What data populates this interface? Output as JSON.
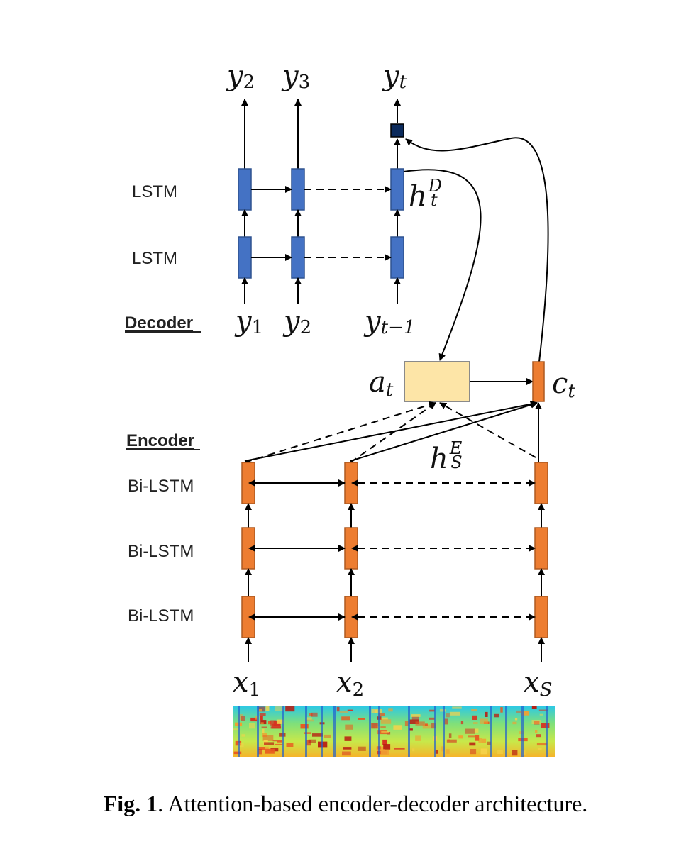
{
  "side_labels": {
    "lstm_top": "LSTM",
    "lstm_bottom": "LSTM",
    "decoder": "Decoder",
    "encoder": "Encoder",
    "bilstm_1": "Bi-LSTM",
    "bilstm_2": "Bi-LSTM",
    "bilstm_3": "Bi-LSTM"
  },
  "decoder_outputs": [
    {
      "base": "y",
      "sub": "2"
    },
    {
      "base": "y",
      "sub": "3"
    },
    {
      "base": "y",
      "sub": "t"
    }
  ],
  "decoder_inputs": [
    {
      "base": "y",
      "sub": "1"
    },
    {
      "base": "y",
      "sub": "2"
    },
    {
      "base": "y",
      "sub": "t−1"
    }
  ],
  "encoder_inputs": [
    {
      "base": "x",
      "sub": "1"
    },
    {
      "base": "x",
      "sub": "2"
    },
    {
      "base": "x",
      "sub": "S"
    }
  ],
  "decoder_state": {
    "base": "h",
    "sub": "t",
    "sup": "D"
  },
  "encoder_state": {
    "base": "h",
    "sub": "S",
    "sup": "E"
  },
  "attention": {
    "base": "a",
    "sub": "t"
  },
  "context": {
    "base": "c",
    "sub": "t"
  },
  "caption": {
    "bold": "Fig. 1",
    "text": ". Attention-based encoder-decoder architecture."
  },
  "colors": {
    "decoder_cell": "#4472c4",
    "encoder_cell": "#ed7d31",
    "attention_box": "#fde5a7",
    "output_node": "#0b2a5c"
  },
  "icons": {
    "spectrogram": "spectrogram-image"
  }
}
